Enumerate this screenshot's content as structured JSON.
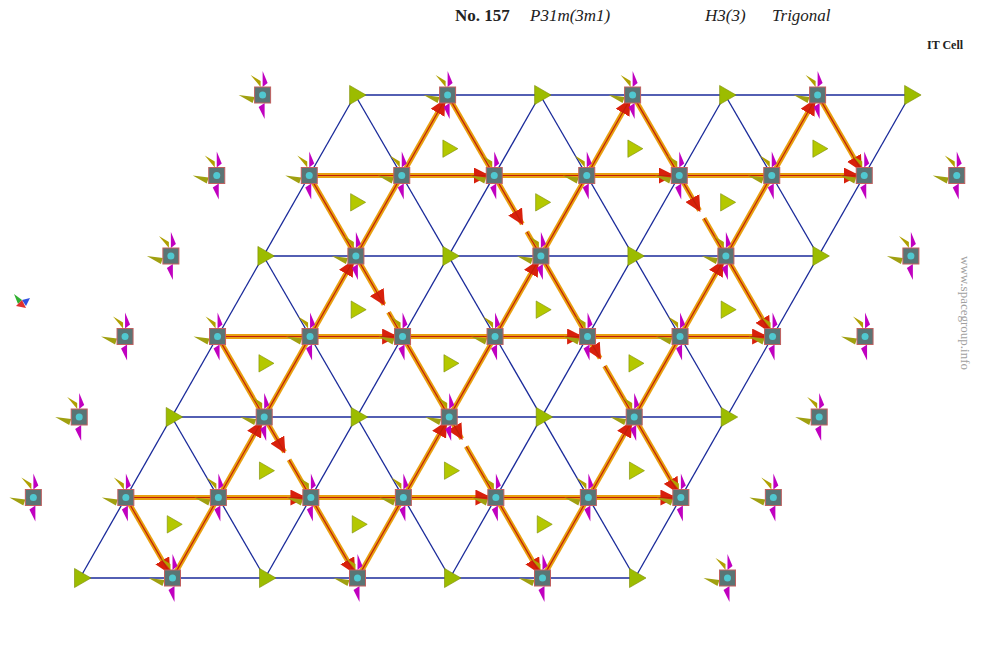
{
  "diagram": {
    "labels": [
      "No. 157",
      "P31m(3m1)",
      "H3(3)",
      "Trigonal",
      "IT Cell",
      "www.spacegroup.info"
    ]
  }
}
